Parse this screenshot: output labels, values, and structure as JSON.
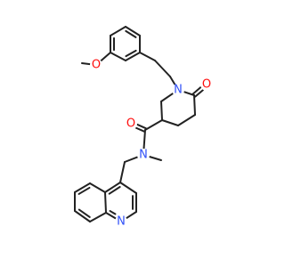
{
  "molecule": {
    "atoms": [
      {
        "id": "O_methoxy",
        "symbol": "O",
        "color": "#ff0d0d"
      },
      {
        "id": "N_ring",
        "symbol": "N",
        "color": "#3050f8"
      },
      {
        "id": "O_lactam",
        "symbol": "O",
        "color": "#ff0d0d"
      },
      {
        "id": "O_amide",
        "symbol": "O",
        "color": "#ff0d0d"
      },
      {
        "id": "N_amide",
        "symbol": "N",
        "color": "#3050f8"
      },
      {
        "id": "N_quinoline",
        "symbol": "N",
        "color": "#3050f8"
      }
    ],
    "bond_color": "#222222"
  }
}
